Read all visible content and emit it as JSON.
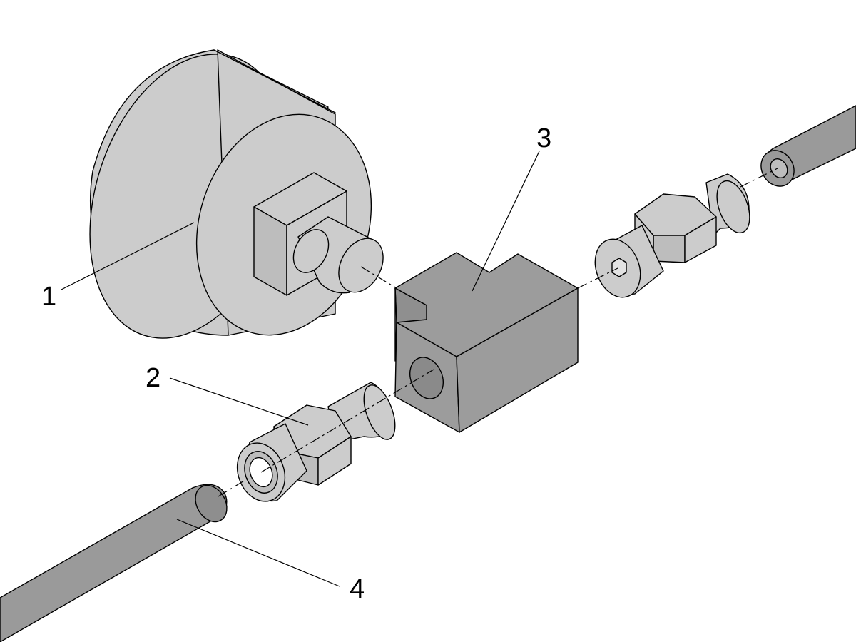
{
  "colors": {
    "light_part": "#cccccc",
    "light_part_shade": "#bdbdbd",
    "dark_part": "#9c9c9c",
    "dark_part_shade": "#8a8a8a",
    "tube": "#9a9a9a",
    "outline": "#000000",
    "background": "#ffffff"
  },
  "callouts": [
    {
      "id": "gauge",
      "label": "1"
    },
    {
      "id": "fitting",
      "label": "2"
    },
    {
      "id": "tee-block",
      "label": "3"
    },
    {
      "id": "tube",
      "label": "4"
    }
  ]
}
